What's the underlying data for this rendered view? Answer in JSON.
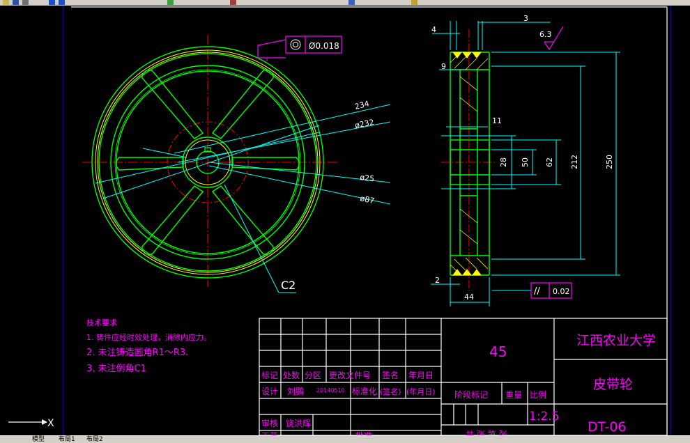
{
  "toolbar": {
    "icons": [
      "open-icon",
      "save-icon",
      "print-icon",
      "undo-icon",
      "redo-icon",
      "pan-icon",
      "zoom-icon",
      "properties-icon",
      "layer-icon"
    ]
  },
  "tabs": [
    {
      "label": "模型"
    },
    {
      "label": "布局1"
    },
    {
      "label": "布局2"
    }
  ],
  "colors": {
    "background": "#000000",
    "outline": "#00ff00",
    "hatch": "#ffff00",
    "dimension": "#00ffff",
    "centerline": "#ff0000",
    "annotation": "#ff00ff",
    "frame": "#ffffff",
    "border": "#0000ff"
  },
  "front_view": {
    "tolerance_symbol": "◎",
    "tolerance_value": "Ø0.018",
    "dims": {
      "d234": "234",
      "d232": "ø232",
      "d25": "ø25",
      "d87": "ø87",
      "chamfer": "C2"
    }
  },
  "side_view": {
    "roughness": "6.3",
    "dims": {
      "w3": "3",
      "w4": "4",
      "w9": "9",
      "w11": "11",
      "w2": "2",
      "w44": "44",
      "h28": "28",
      "h50": "50",
      "h62": "62",
      "h212": "212",
      "h250": "250"
    },
    "parallel_symbol": "//",
    "parallel_value": "0.02"
  },
  "tech_requirements": {
    "title": "技术要求",
    "items": [
      "1. 铸件应经时效处理，消除内应力。",
      "2. 未注铸造圆角R1～R3.",
      "3. 未注倒角C1"
    ]
  },
  "title_block": {
    "material": "45",
    "school": "江西农业大学",
    "part_name": "皮带轮",
    "drawing_no": "DT-06",
    "headers": [
      "标记",
      "处数",
      "分区",
      "更改文件号",
      "签名",
      "年月日"
    ],
    "designer_label": "设计",
    "designer": "刘鹏",
    "date": "20140510",
    "std_label": "标准化",
    "sign_placeholder": "(签名)",
    "date_placeholder": "(年月日)",
    "stage_label": "阶段标记",
    "weight_label": "重量",
    "scale_label": "比例",
    "scale": "1:2.5",
    "review_label": "审核",
    "reviewer": "饶洪辉",
    "craft_label": "工艺",
    "approve_label": "批准",
    "sheets": "共  张  第  张"
  },
  "ucs": {
    "x_label": "X"
  }
}
